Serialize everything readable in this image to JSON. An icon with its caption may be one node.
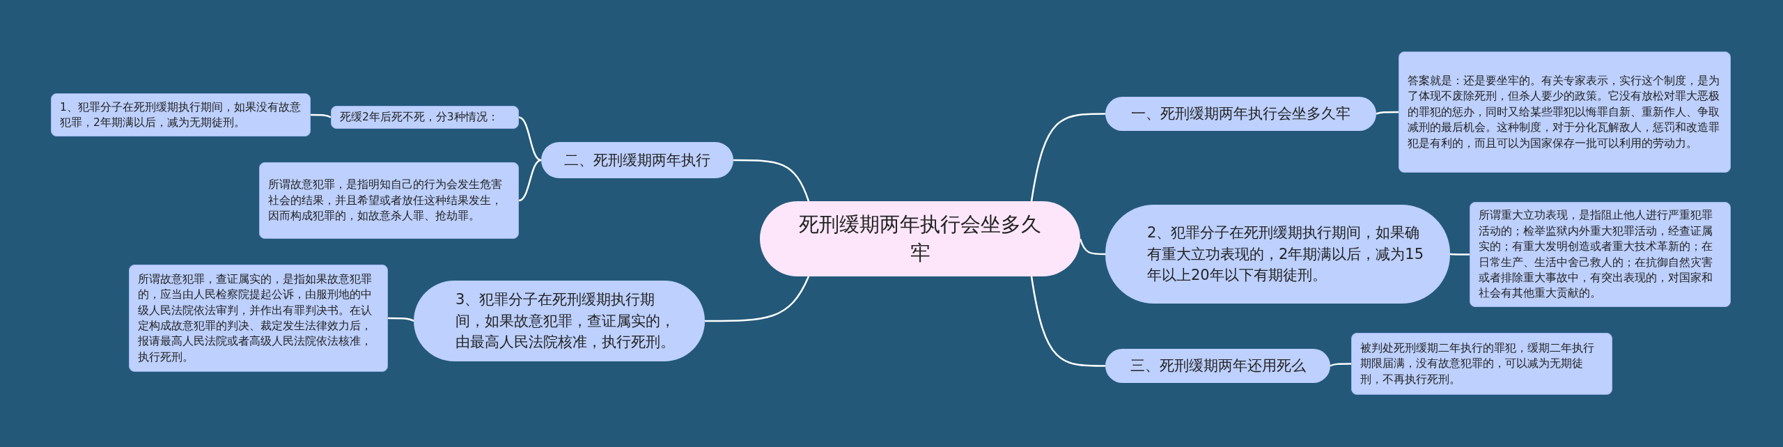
{
  "diagram": {
    "nodes": [
      {
        "text": [
          "死刑缓期两年执行会坐多久牢"
        ]
      },
      {
        "text": [
          "一、死刑缓期两年执行会坐多久牢"
        ]
      },
      {
        "text": [
          "答案就是：还是要坐牢的。有关专家表示，实行这个制度，是为了体现不废除死刑，但杀人要少的政策。它没有放松对罪大恶极的罪犯的惩办，同时又给某些罪犯以悔罪自新、重新作人、争取减刑的最后机会。这种制度，对于分化瓦解敌人，惩罚和改造罪犯是有利的，而且可以为国家保存一批可以利用的劳动力。"
        ]
      },
      {
        "text": [
          "二、死刑缓期两年执行"
        ]
      },
      {
        "text": [
          "死缓2年后死不死，分3种情况："
        ]
      },
      {
        "text": [
          "1、犯罪分子在死刑缓期执行期间，如果没有故意犯罪，2年期满以后，减为无期徒刑。"
        ]
      },
      {
        "text": [
          "所谓故意犯罪，是指明知自己的行为会发生危害社会的结果，并且希望或者放任这种结果发生，因而构成犯罪的，如故意杀人罪、抢劫罪。"
        ]
      },
      {
        "text": [
          "2、犯罪分子在死刑缓期执行期间，如果确有重大立功表现的，2年期满以后，减为15年以上20年以下有期徒刑。"
        ]
      },
      {
        "text": [
          "所谓重大立功表现，是指阻止他人进行严重犯罪活动的；检举监狱内外重大犯罪活动，经查证属实的；有重大发明创造或者重大技术革新的；在日常生产、生活中舍己救人的；在抗御自然灾害或者排除重大事故中，有突出表现的，对国家和社会有其他重大贡献的。"
        ]
      },
      {
        "text": [
          "3、犯罪分子在死刑缓期执行期间，如果故意犯罪，查证属实的，由最高人民法院核准，执行死刑。"
        ]
      },
      {
        "text": [
          "所谓故意犯罪，查证属实的，是指如果故意犯罪的，应当由人民检察院提起公诉，由服刑地的中级人民法院依法审判，并作出有罪判决书。在认定构成故意犯罪的判决、裁定发生法律效力后，报请最高人民法院或者高级人民法院依法核准，执行死刑。"
        ]
      },
      {
        "text": [
          "三、死刑缓期两年还用死么"
        ]
      },
      {
        "text": [
          "被判处死刑缓期二年执行的罪犯，缓期二年执行期限届满，没有故意犯罪的，可以减为无期徒刑，不再执行死刑。"
        ]
      }
    ],
    "edges": [
      {
        "from": 0,
        "to": 1,
        "arrow": "none"
      },
      {
        "from": 1,
        "to": 2,
        "arrow": "none"
      },
      {
        "from": 0,
        "to": 3,
        "arrow": "none"
      },
      {
        "from": 3,
        "to": 4,
        "arrow": "none"
      },
      {
        "from": 4,
        "to": 5,
        "arrow": "none"
      },
      {
        "from": 3,
        "to": 6,
        "arrow": "none"
      },
      {
        "from": 0,
        "to": 7,
        "arrow": "none"
      },
      {
        "from": 7,
        "to": 8,
        "arrow": "none"
      },
      {
        "from": 0,
        "to": 9,
        "arrow": "none"
      },
      {
        "from": 9,
        "to": 10,
        "arrow": "none"
      },
      {
        "from": 0,
        "to": 11,
        "arrow": "none"
      },
      {
        "from": 11,
        "to": 12,
        "arrow": "none"
      }
    ]
  }
}
